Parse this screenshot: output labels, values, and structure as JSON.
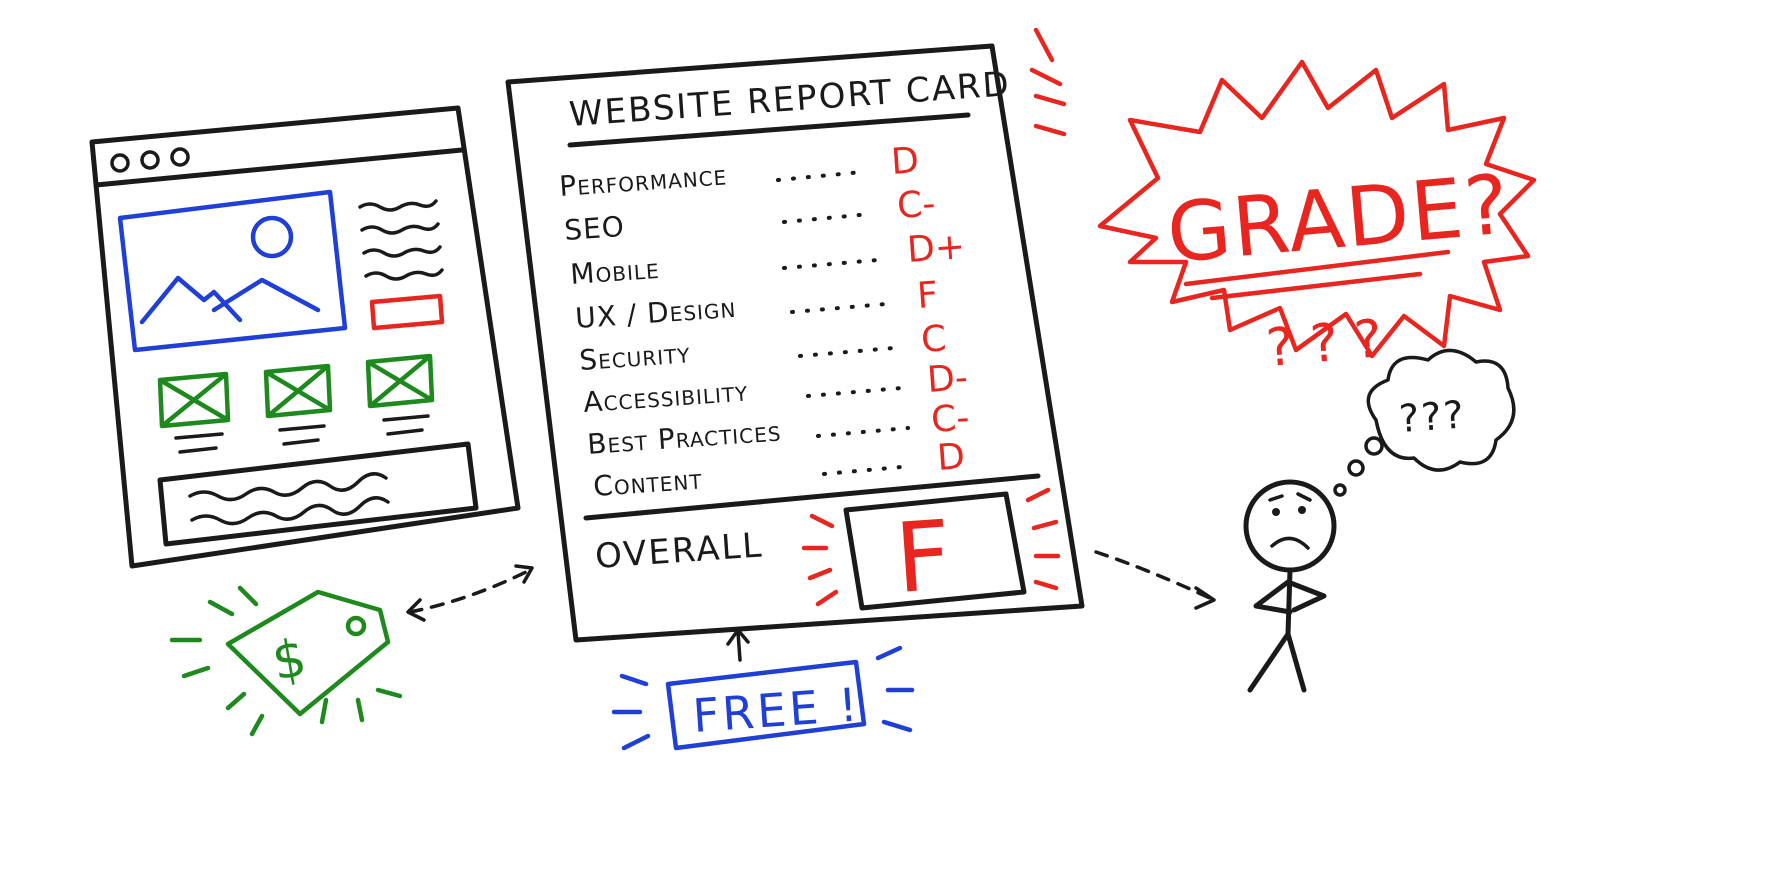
{
  "report_card": {
    "title": "WEBSITE REPORT CARD",
    "rows": [
      {
        "label": "Performance",
        "grade": "D"
      },
      {
        "label": "SEO",
        "grade": "C-"
      },
      {
        "label": "Mobile",
        "grade": "D+"
      },
      {
        "label": "UX / Design",
        "grade": "F"
      },
      {
        "label": "Security",
        "grade": "C"
      },
      {
        "label": "Accessibility",
        "grade": "D-"
      },
      {
        "label": "Best Practices",
        "grade": "C-"
      },
      {
        "label": "Content",
        "grade": "D"
      }
    ],
    "overall_label": "OVERALL",
    "overall_grade": "F"
  },
  "burst": {
    "text": "GRADE?",
    "questions": "? ? ?"
  },
  "thought": {
    "text": "???"
  },
  "free_tag": {
    "text": "FREE !"
  },
  "price_tag": {
    "symbol": "$"
  },
  "colors": {
    "ink": "#1a1a1a",
    "red": "#e8251f",
    "blue": "#1f3fd6",
    "green": "#1e8a1e"
  }
}
